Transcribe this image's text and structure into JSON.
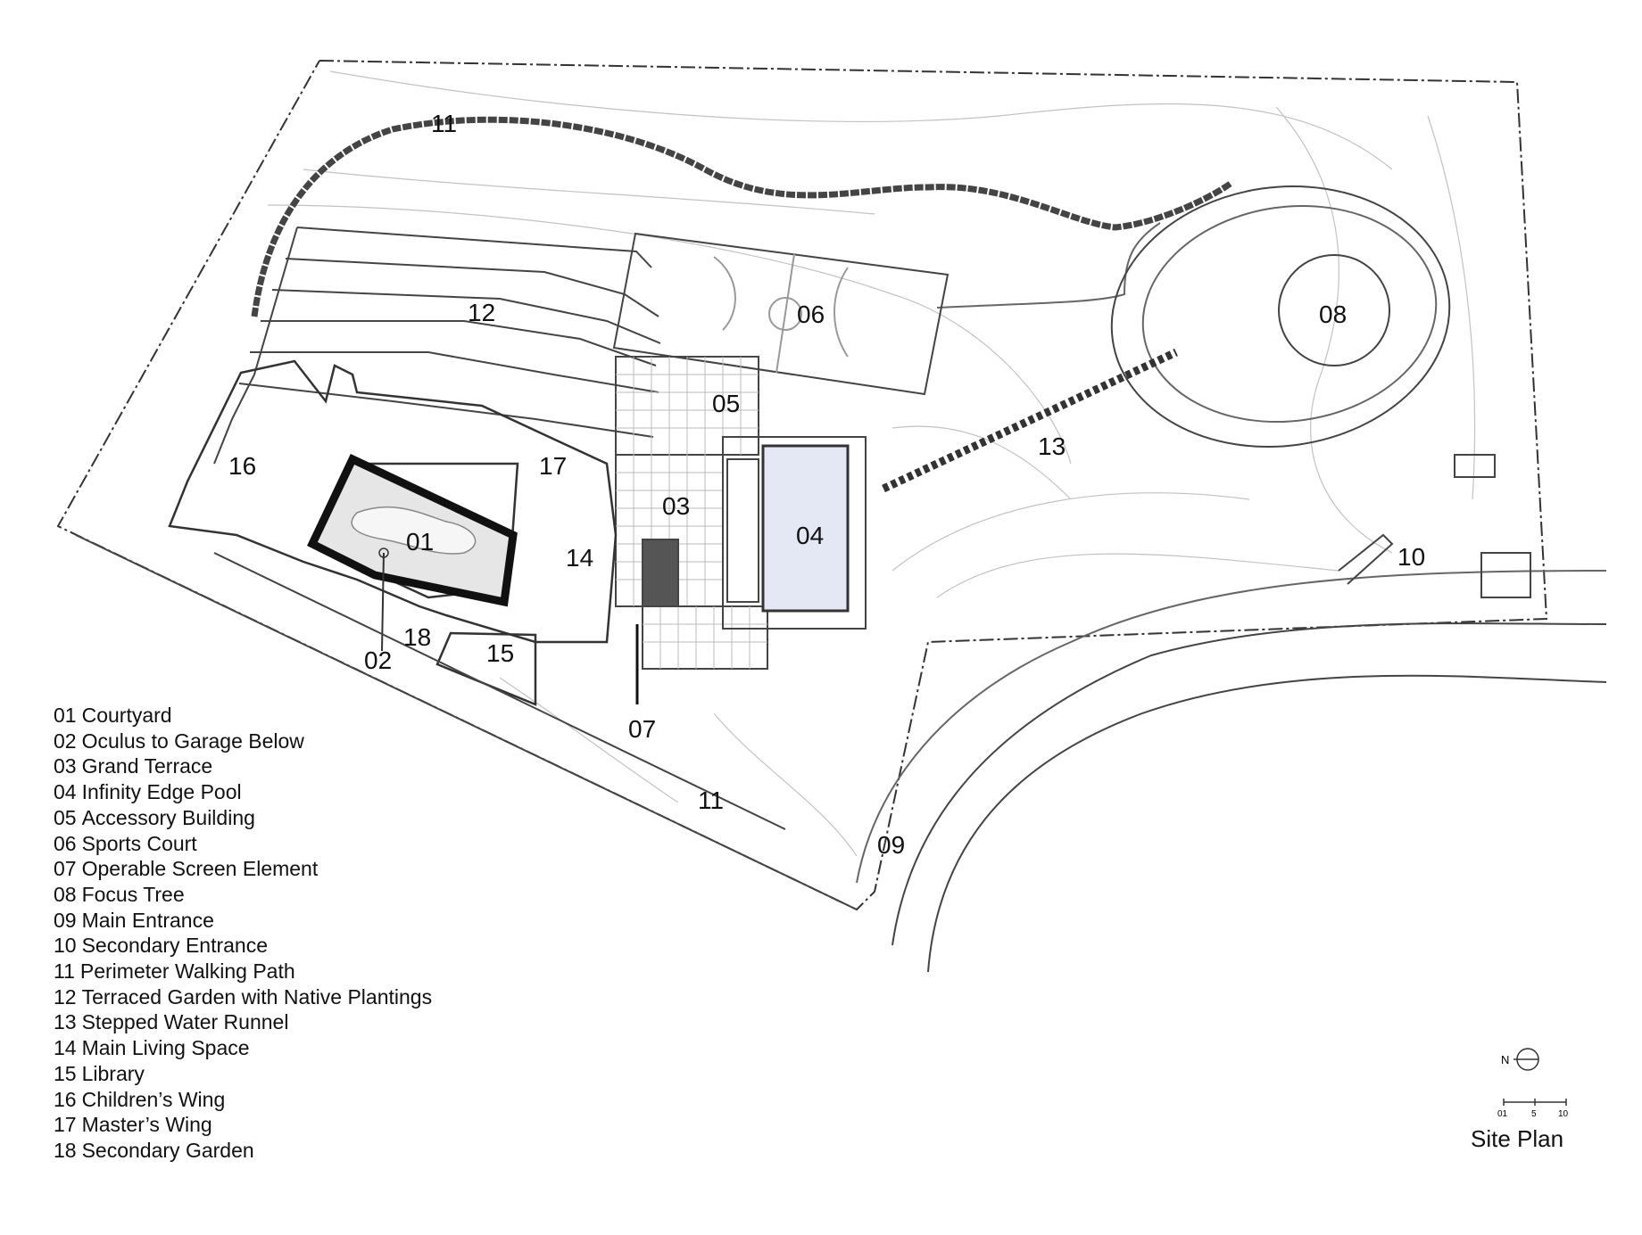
{
  "legend": [
    {
      "num": "01",
      "name": "Courtyard"
    },
    {
      "num": "02",
      "name": "Oculus to Garage Below"
    },
    {
      "num": "03",
      "name": "Grand Terrace"
    },
    {
      "num": "04",
      "name": "Infinity Edge Pool"
    },
    {
      "num": "05",
      "name": "Accessory Building"
    },
    {
      "num": "06",
      "name": "Sports Court"
    },
    {
      "num": "07",
      "name": "Operable Screen Element"
    },
    {
      "num": "08",
      "name": "Focus Tree"
    },
    {
      "num": "09",
      "name": "Main Entrance"
    },
    {
      "num": "10",
      "name": "Secondary Entrance"
    },
    {
      "num": "11",
      "name": "Perimeter Walking Path"
    },
    {
      "num": "12",
      "name": "Terraced Garden with Native Plantings"
    },
    {
      "num": "13",
      "name": "Stepped Water Runnel"
    },
    {
      "num": "14",
      "name": "Main Living Space"
    },
    {
      "num": "15",
      "name": "Library"
    },
    {
      "num": "16",
      "name": "Children’s Wing"
    },
    {
      "num": "17",
      "name": "Master’s Wing"
    },
    {
      "num": "18",
      "name": "Secondary Garden"
    }
  ],
  "plan_labels": {
    "l01": "01",
    "l02": "02",
    "l03": "03",
    "l04": "04",
    "l05": "05",
    "l06": "06",
    "l07": "07",
    "l08": "08",
    "l09": "09",
    "l10": "10",
    "l11a": "11",
    "l11b": "11",
    "l12": "12",
    "l13": "13",
    "l14": "14",
    "l15": "15",
    "l16": "16",
    "l17": "17",
    "l18": "18"
  },
  "north": {
    "label": "N"
  },
  "scale_bar": {
    "ticks": [
      "01",
      "5",
      "10"
    ]
  },
  "title": "Site Plan",
  "colors": {
    "pool": "#e4e7f4",
    "line": "#444444",
    "contour": "#bbbbbb"
  }
}
